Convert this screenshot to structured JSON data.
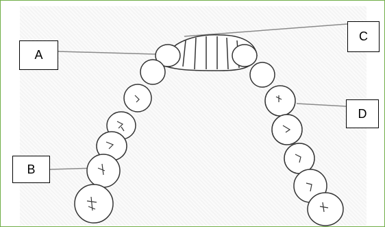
{
  "labels": {
    "a": "A",
    "b": "B",
    "c": "C",
    "d": "D"
  },
  "colors": {
    "frame_border": "#70ad47",
    "line": "#000000"
  }
}
